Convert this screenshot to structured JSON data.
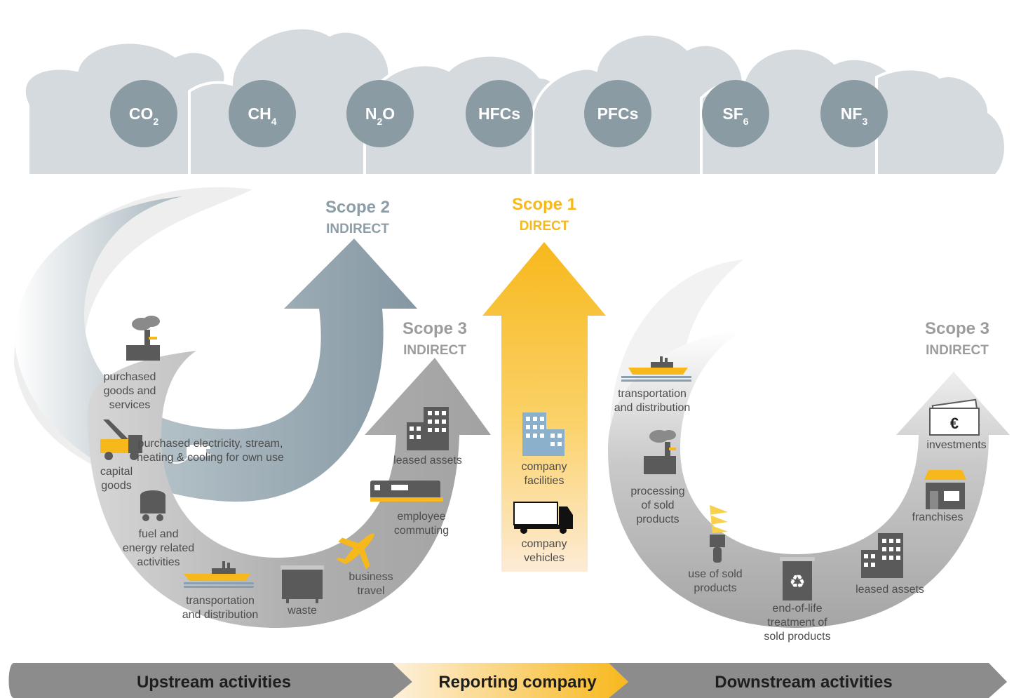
{
  "gases": [
    {
      "main": "CO",
      "sub": "2",
      "after": ""
    },
    {
      "main": "CH",
      "sub": "4",
      "after": ""
    },
    {
      "main": "N",
      "sub": "2",
      "after": "O"
    },
    {
      "main": "HFCs",
      "sub": "",
      "after": ""
    },
    {
      "main": "PFCs",
      "sub": "",
      "after": ""
    },
    {
      "main": "SF",
      "sub": "6",
      "after": ""
    },
    {
      "main": "NF",
      "sub": "3",
      "after": ""
    }
  ],
  "scope2": {
    "title": "Scope 2",
    "subtitle": "INDIRECT",
    "label": [
      "purchased electricity, stream,",
      "heating & cooling for own use"
    ]
  },
  "scope1": {
    "title": "Scope 1",
    "subtitle": "DIRECT",
    "facilities": [
      "company",
      "facilities"
    ],
    "vehicles": [
      "company",
      "vehicles"
    ]
  },
  "scope3_up": {
    "title": "Scope 3",
    "subtitle": "INDIRECT",
    "items": {
      "purchased": [
        "purchased",
        "goods and",
        "services"
      ],
      "capital": [
        "capital",
        "goods"
      ],
      "fuel": [
        "fuel and",
        "energy related",
        "activities"
      ],
      "transport": [
        "transportation",
        "and distribution"
      ],
      "waste": [
        "waste"
      ],
      "travel": [
        "business",
        "travel"
      ],
      "commuting": [
        "employee",
        "commuting"
      ],
      "leased": [
        "leased assets"
      ]
    }
  },
  "scope3_down": {
    "title": "Scope 3",
    "subtitle": "INDIRECT",
    "items": {
      "transport": [
        "transportation",
        "and distribution"
      ],
      "processing": [
        "processing",
        "of sold",
        "products"
      ],
      "use": [
        "use of sold",
        "products"
      ],
      "eol": [
        "end-of-life",
        "treatment of",
        "sold products"
      ],
      "leased": [
        "leased assets"
      ],
      "franchises": [
        "franchises"
      ],
      "investments": [
        "investments"
      ]
    }
  },
  "bands": {
    "upstream": "Upstream activities",
    "reporting": "Reporting company",
    "downstream": "Downstream activities"
  },
  "colors": {
    "yellow": "#f7b81c",
    "blue_grey": "#869ba6",
    "grey": "#a5a5a5",
    "dark": "#5a5a5a",
    "cloud": "#d4dade",
    "gas_circle": "#8b9ba4"
  }
}
